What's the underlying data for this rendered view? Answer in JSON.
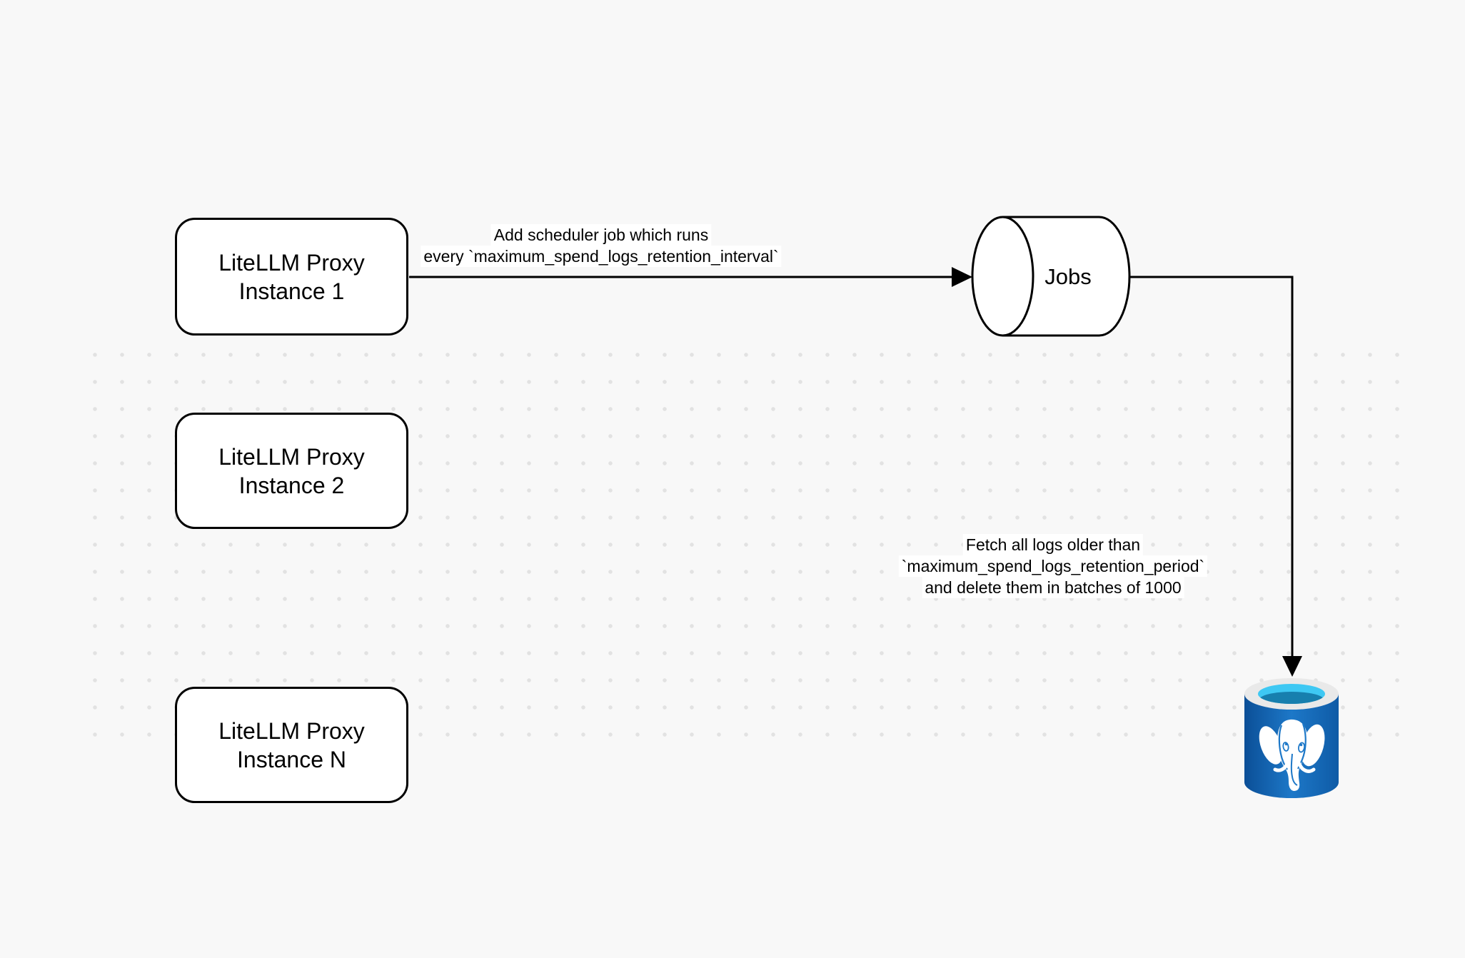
{
  "colors": {
    "background": "#f8f8f8",
    "dot": "#e2e2e2",
    "shape_stroke": "#000000",
    "shape_fill": "#ffffff",
    "pg_body": "#1d78c8",
    "pg_body_dark": "#0b4f97",
    "pg_body_edge": "#0f5ba6",
    "pg_rim": "#e9e9e9",
    "pg_water": "#3ec8f3",
    "pg_water_dark": "#177fae",
    "pg_elephant": "#ffffff"
  },
  "nodes": {
    "proxy_instance_1": {
      "label": "LiteLLM Proxy\nInstance 1"
    },
    "proxy_instance_2": {
      "label": "LiteLLM Proxy\nInstance 2"
    },
    "proxy_instance_n": {
      "label": "LiteLLM Proxy\nInstance N"
    },
    "jobs_queue": {
      "label": "Jobs"
    },
    "postgres_db": {
      "icon": "postgresql-database"
    }
  },
  "edges": {
    "add_scheduler_job": {
      "lines": [
        "Add scheduler job which runs",
        "every `maximum_spend_logs_retention_interval`"
      ]
    },
    "fetch_and_delete": {
      "lines": [
        "Fetch all logs older than",
        "`maximum_spend_logs_retention_period`",
        "and delete them in batches of 1000"
      ]
    }
  }
}
